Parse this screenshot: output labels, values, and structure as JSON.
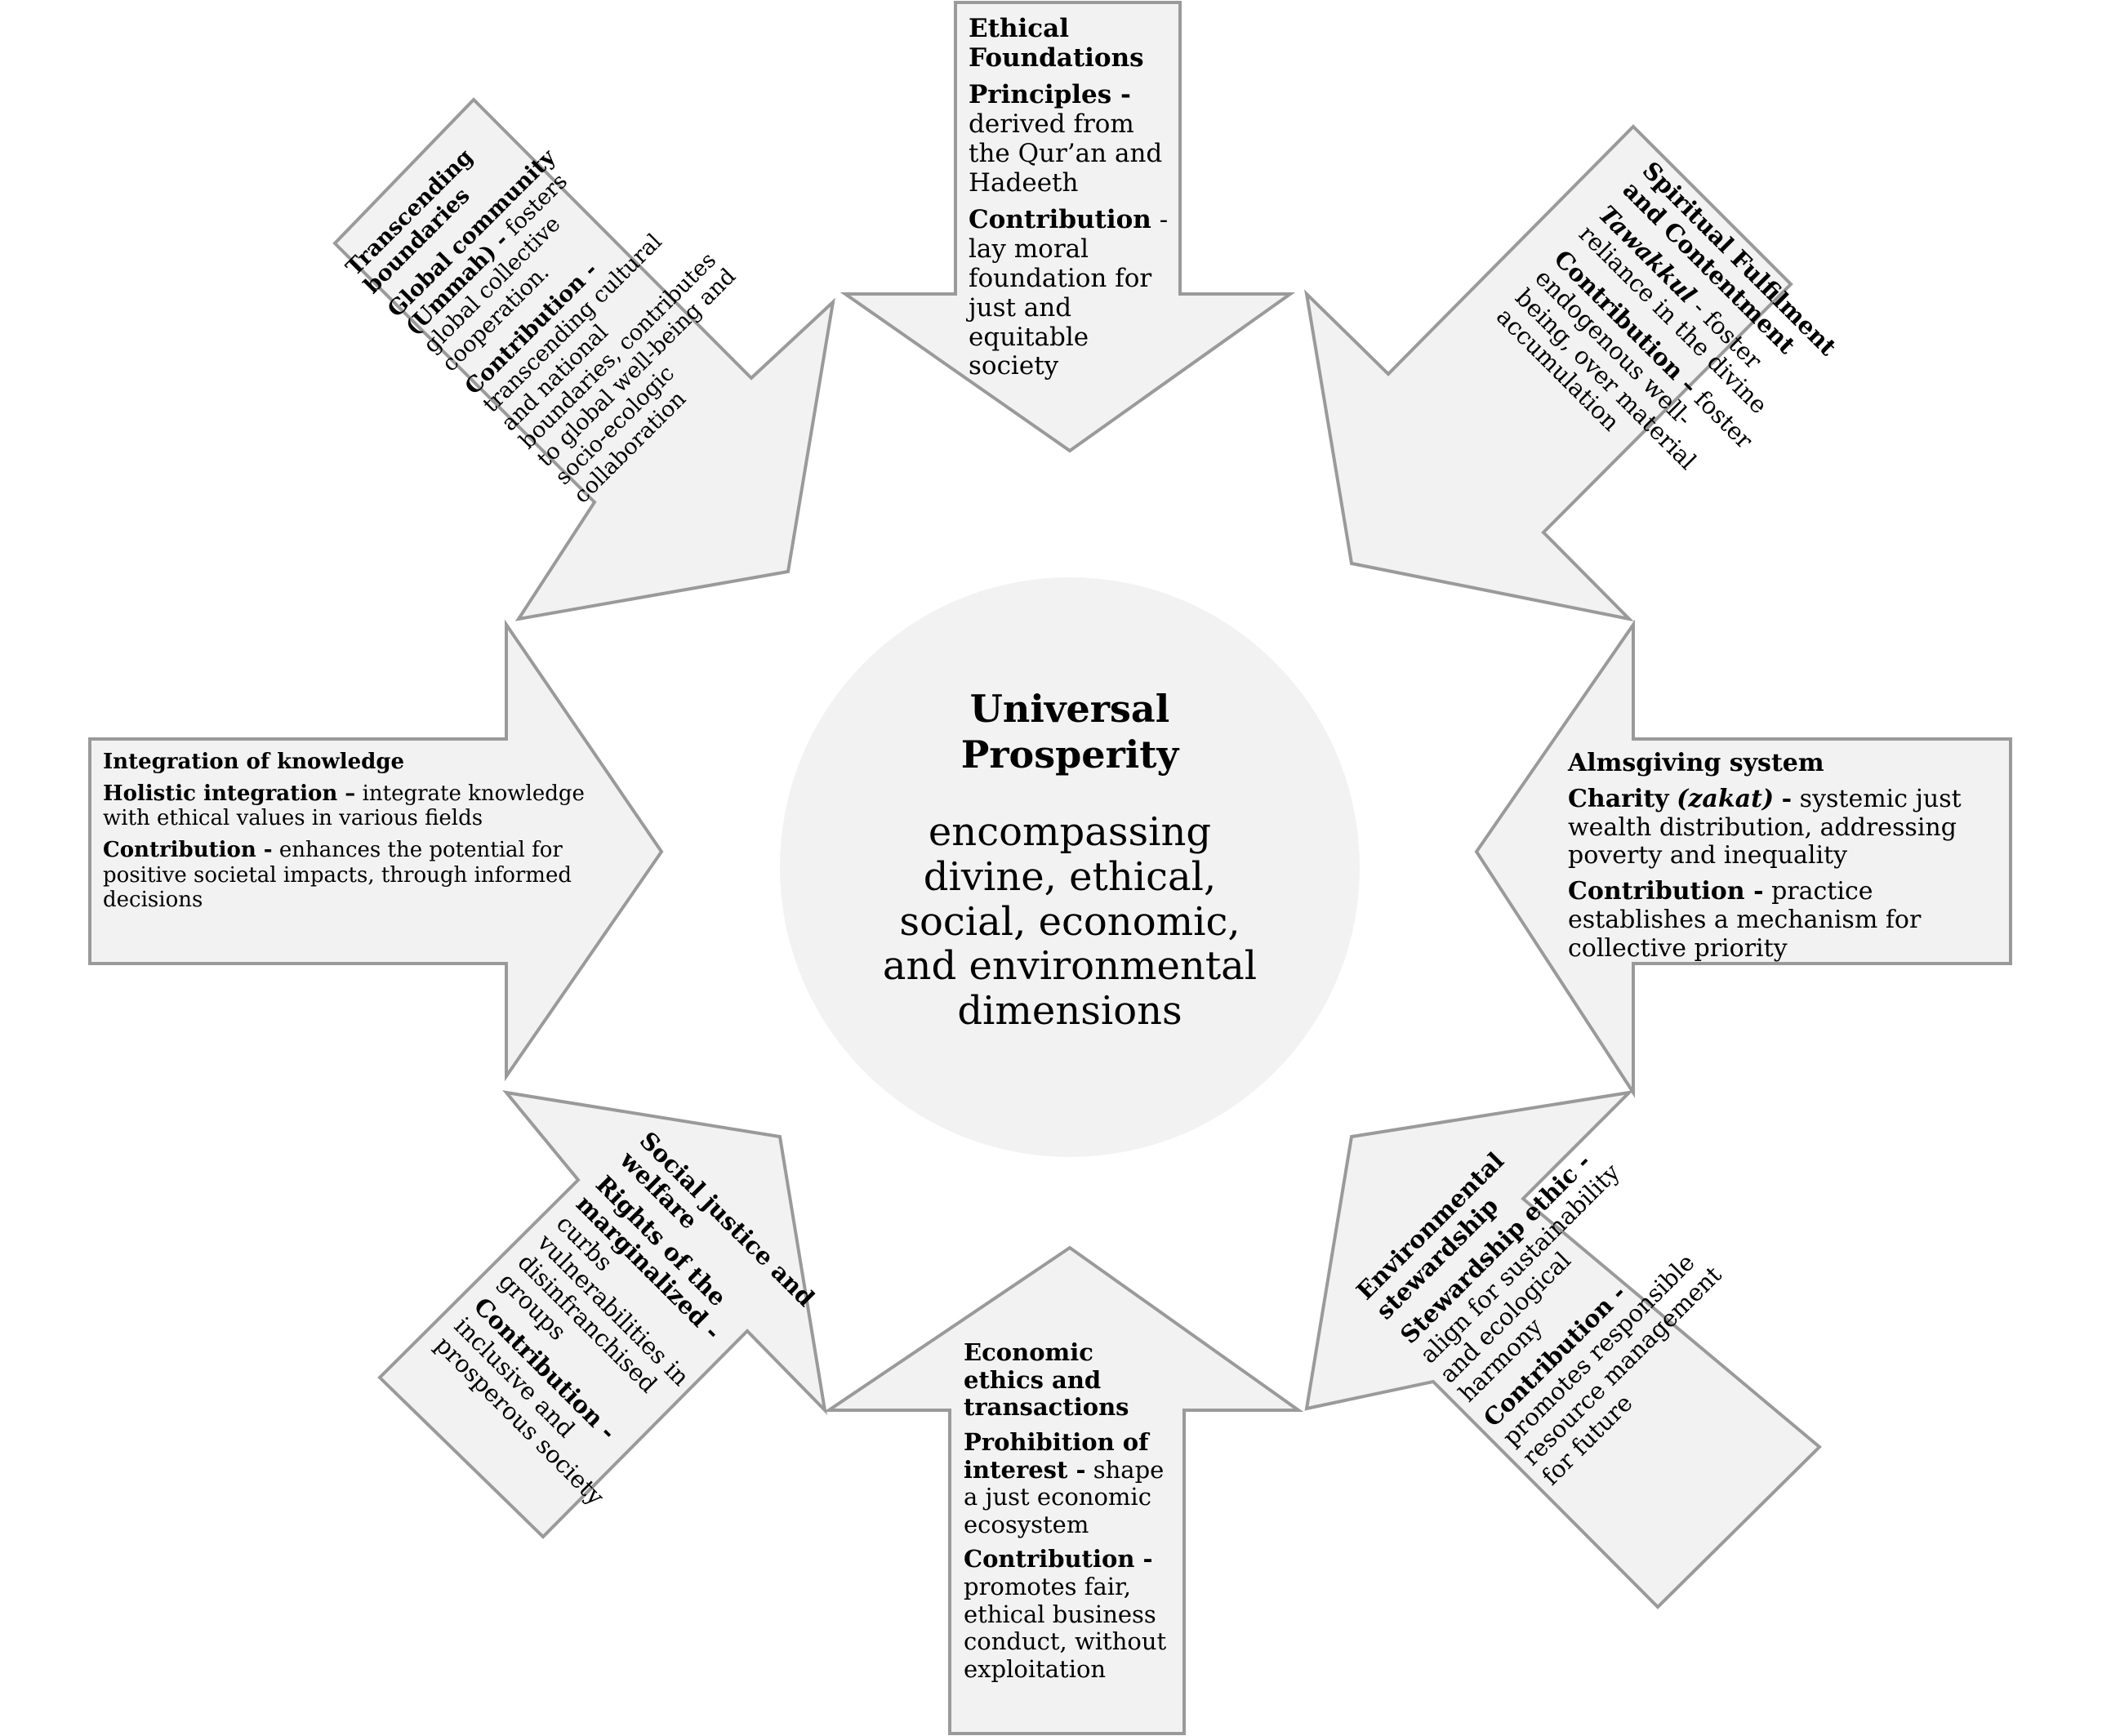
{
  "center": {
    "title": "Universal Prosperity",
    "subtitle": "encompassing divine, ethical, social, economic, and environmental dimensions"
  },
  "boxes": {
    "ethical": {
      "title": "Ethical Foundations",
      "item_label": "Principles -",
      "item_text": "derived from the Qur’an and Hadeeth",
      "contrib_label": "Contribution",
      "contrib_text": "- lay moral foundation for just and equitable society"
    },
    "spiritual": {
      "title": "Spiritual Fulfilment and Contentment",
      "item_label": "Tawakkul",
      "item_text": "- foster reliance in the divine",
      "contrib_label": "Contribution –",
      "contrib_text": "foster endogenous well-being, over material accumulation"
    },
    "almsgiving": {
      "title": "Almsgiving system",
      "item_label_a": "Charity",
      "item_label_b": "(zakat)",
      "item_label_c": "-",
      "item_text": "systemic just wealth distribution, addressing poverty and inequality",
      "contrib_label": "Contribution -",
      "contrib_text": "practice establishes a mechanism for collective priority"
    },
    "environmental": {
      "title": "Environmental stewardship",
      "item_label": "Stewardship ethic -",
      "item_text": "align for sustainability and ecological harmony",
      "contrib_label": "Contribution -",
      "contrib_text": "promotes responsible resource management for future"
    },
    "economic": {
      "title": "Economic ethics and transactions",
      "item_label": "Prohibition of interest -",
      "item_text": "shape a just economic ecosystem",
      "contrib_label": "Contribution -",
      "contrib_text": "promotes fair, ethical business conduct, without exploitation"
    },
    "social": {
      "title": "Social justice and welfare",
      "item_label": "Rights of the marginalized -",
      "item_text": "curbs vulnerabilities in disinfranchised groups",
      "contrib_label": "Contribution -",
      "contrib_text": "inclusive and prosperous society"
    },
    "knowledge": {
      "title": "Integration of knowledge",
      "item_label": "Holistic integration –",
      "item_text": "integrate knowledge with ethical values in various fields",
      "contrib_label": "Contribution -",
      "contrib_text": "enhances the potential for positive societal impacts, through informed decisions"
    },
    "transcending": {
      "title": "Transcending boundaries",
      "item_label": "Global community (Ummah) -",
      "item_text": "fosters global collective cooperation.",
      "contrib_label": "Contribution -",
      "contrib_text": "transcending cultural and national boundaries, contributes to global well-being and socio-ecologic collaboration"
    }
  }
}
